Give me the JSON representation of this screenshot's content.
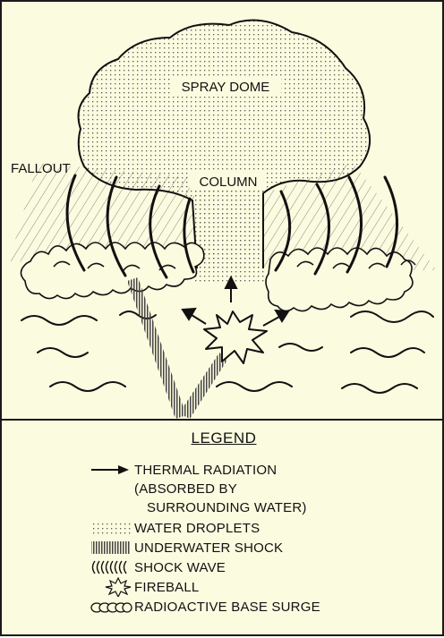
{
  "diagram": {
    "labels": {
      "spray_dome": "SPRAY DOME",
      "column": "COLUMN",
      "fallout": "FALLOUT"
    }
  },
  "legend": {
    "title": "LEGEND",
    "items": [
      {
        "icon": "thermal-radiation-arrow-icon",
        "text": "THERMAL RADIATION"
      },
      {
        "icon": "water-droplets-swatch-icon",
        "text": "WATER DROPLETS"
      },
      {
        "icon": "underwater-shock-swatch-icon",
        "text": "UNDERWATER SHOCK"
      },
      {
        "icon": "shock-wave-swatch-icon",
        "text": "SHOCK WAVE"
      },
      {
        "icon": "fireball-icon",
        "text": "FIREBALL"
      },
      {
        "icon": "base-surge-swatch-icon",
        "text": "RADIOACTIVE BASE SURGE"
      }
    ],
    "thermal_note_line1": "(ABSORBED BY",
    "thermal_note_line2": "SURROUNDING WATER)"
  },
  "colors": {
    "background": "#fbfbe0",
    "ink": "#111111"
  }
}
